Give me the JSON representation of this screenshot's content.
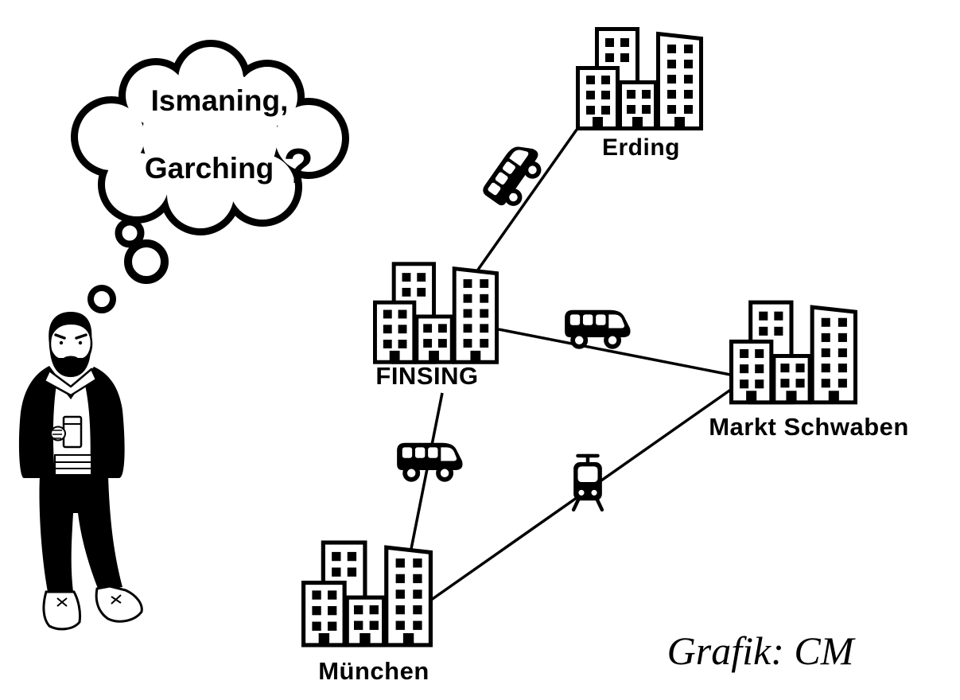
{
  "thought": {
    "line1": "Ismaning,",
    "line2": "Garching",
    "question": "?"
  },
  "cities": [
    {
      "id": "erding",
      "label": "Erding"
    },
    {
      "id": "finsing",
      "label": "FINSING"
    },
    {
      "id": "markt-schwaben",
      "label": "Markt Schwaben"
    },
    {
      "id": "muenchen",
      "label": "München"
    }
  ],
  "connections": [
    {
      "from": "Erding",
      "to": "FINSING",
      "mode": "bus"
    },
    {
      "from": "FINSING",
      "to": "Markt Schwaben",
      "mode": "bus"
    },
    {
      "from": "FINSING",
      "to": "München",
      "mode": "bus"
    },
    {
      "from": "München",
      "to": "Markt Schwaben",
      "mode": "tram"
    }
  ],
  "credit": "Grafik: CM",
  "colors": {
    "ink": "#000000",
    "background": "#ffffff"
  }
}
